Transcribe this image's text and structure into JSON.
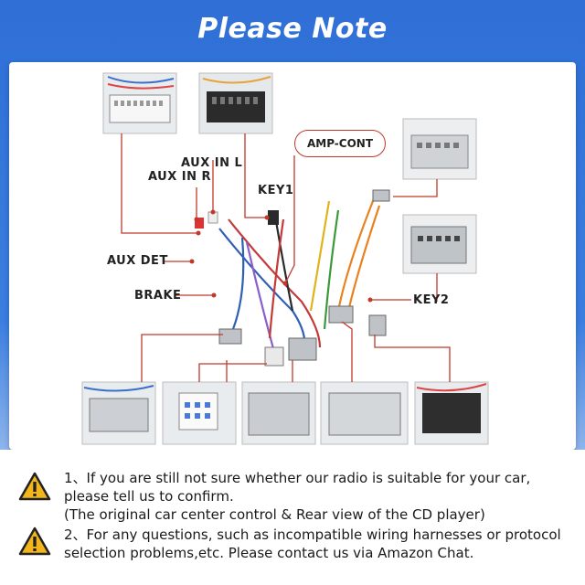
{
  "header": {
    "title": "Please Note"
  },
  "labels": {
    "amp_cont": "AMP-CONT",
    "aux_in_l": "AUX IN L",
    "aux_in_r": "AUX IN R",
    "key1": "KEY1",
    "aux_det": "AUX DET",
    "brake": "BRAKE",
    "key2": "KEY2"
  },
  "notes": {
    "line1": "1、If you are still not sure whether our radio is suitable for your car,",
    "line2": "please tell us to confirm.",
    "line3": "(The original car center control & Rear view of the CD player)",
    "line4": "2、For any questions, such as incompatible wiring harnesses or protocol",
    "line5": "selection problems,etc. Please contact us via Amazon Chat."
  },
  "colors": {
    "accent_line": "#c0392b",
    "header_bg": "#2f6fd6",
    "warning": "#f2b51c"
  },
  "icons": [
    "warning-icon",
    "warning-icon"
  ]
}
